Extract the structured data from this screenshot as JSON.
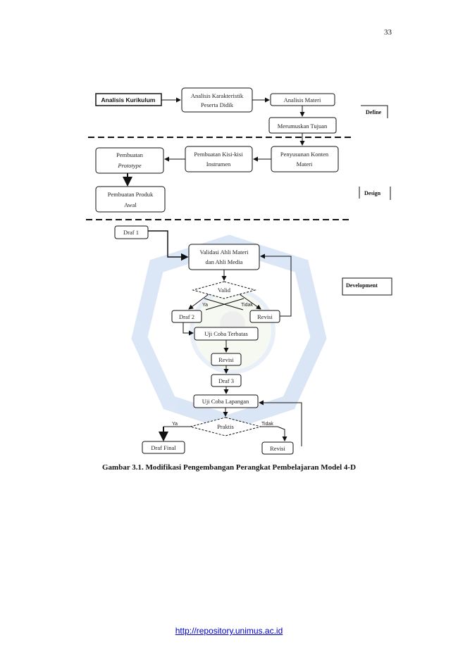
{
  "page_number": "33",
  "caption": "Gambar 3.1. Modifikasi Pengembangan Perangkat Pembelajaran Model 4-D",
  "footer_link": "http://repository.unimus.ac.id",
  "phases": {
    "define": "Define",
    "design": "Design",
    "development": "Development"
  },
  "nodes": {
    "analisis_kurikulum": "Analisis Kurikulum",
    "analisis_karakteristik_1": "Analisis Karakteristik",
    "analisis_karakteristik_2": "Peserta Didik",
    "analisis_materi": "Analisis Materi",
    "merumuskan_tujuan": "Merumuskan Tujuan",
    "penyusunan_konten_1": "Penyusunan Konten",
    "penyusunan_konten_2": "Materi",
    "kisi_kisi_1": "Pembuatan Kisi-kisi",
    "kisi_kisi_2": "Instrumen",
    "prototype_1": "Pembuatan",
    "prototype_2": "Prototype",
    "produk_awal_1": "Pembuatan Produk",
    "produk_awal_2": "Awal",
    "draf_1": "Draf 1",
    "validasi_1": "Validasi Ahli Materi",
    "validasi_2": "dan Ahli Media",
    "valid": "Valid",
    "draf_2": "Draf 2",
    "revisi_1": "Revisi",
    "uji_terbatas": "Uji Coba Terbatas",
    "revisi_2": "Revisi",
    "draf_3": "Draf 3",
    "uji_lapangan": "Uji Coba Lapangan",
    "praktis": "Praktis",
    "draf_final": "Draf Final",
    "revisi_3": "Revisi"
  },
  "edge_labels": {
    "valid_ya": "Ya",
    "valid_tidak": "Tidak",
    "praktis_ya": "Ya",
    "praktis_tidak": "Tidak"
  }
}
